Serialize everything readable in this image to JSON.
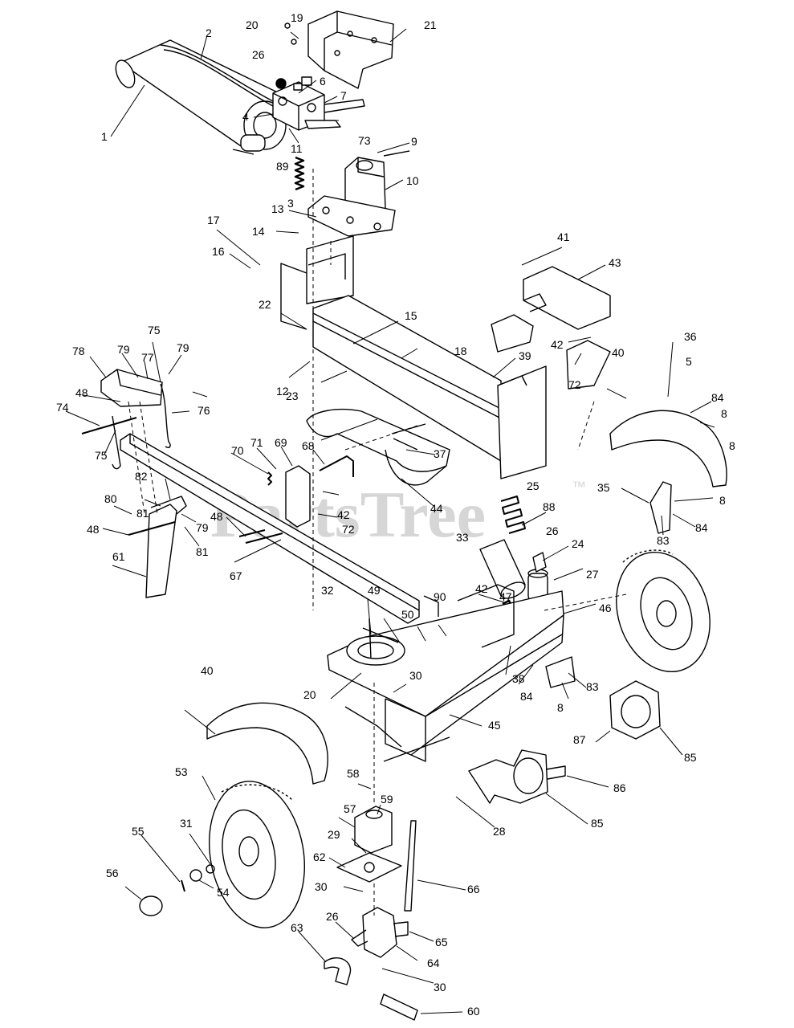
{
  "watermark": {
    "text": "PartsTree",
    "trademark": "™",
    "color": "#d6d6d6"
  },
  "colors": {
    "ink": "#000000",
    "paper": "#ffffff"
  },
  "callouts": [
    {
      "id": "c1",
      "label": "1"
    },
    {
      "id": "c2",
      "label": "2"
    },
    {
      "id": "c3",
      "label": "3"
    },
    {
      "id": "c4",
      "label": "4"
    },
    {
      "id": "c5",
      "label": "5"
    },
    {
      "id": "c6",
      "label": "6"
    },
    {
      "id": "c7",
      "label": "7"
    },
    {
      "id": "c8a",
      "label": "8"
    },
    {
      "id": "c8b",
      "label": "8"
    },
    {
      "id": "c8c",
      "label": "8"
    },
    {
      "id": "c8d",
      "label": "8"
    },
    {
      "id": "c9",
      "label": "9"
    },
    {
      "id": "c10",
      "label": "10"
    },
    {
      "id": "c11",
      "label": "11"
    },
    {
      "id": "c12",
      "label": "12"
    },
    {
      "id": "c13",
      "label": "13"
    },
    {
      "id": "c14",
      "label": "14"
    },
    {
      "id": "c15",
      "label": "15"
    },
    {
      "id": "c16",
      "label": "16"
    },
    {
      "id": "c17",
      "label": "17"
    },
    {
      "id": "c18",
      "label": "18"
    },
    {
      "id": "c19",
      "label": "19"
    },
    {
      "id": "c20a",
      "label": "20"
    },
    {
      "id": "c20b",
      "label": "20"
    },
    {
      "id": "c21",
      "label": "21"
    },
    {
      "id": "c22",
      "label": "22"
    },
    {
      "id": "c23",
      "label": "23"
    },
    {
      "id": "c24",
      "label": "24"
    },
    {
      "id": "c25",
      "label": "25"
    },
    {
      "id": "c26a",
      "label": "26"
    },
    {
      "id": "c26b",
      "label": "26"
    },
    {
      "id": "c26c",
      "label": "26"
    },
    {
      "id": "c27",
      "label": "27"
    },
    {
      "id": "c28",
      "label": "28"
    },
    {
      "id": "c29",
      "label": "29"
    },
    {
      "id": "c30a",
      "label": "30"
    },
    {
      "id": "c30b",
      "label": "30"
    },
    {
      "id": "c30c",
      "label": "30"
    },
    {
      "id": "c31",
      "label": "31"
    },
    {
      "id": "c32",
      "label": "32"
    },
    {
      "id": "c33",
      "label": "33"
    },
    {
      "id": "c35",
      "label": "35"
    },
    {
      "id": "c36",
      "label": "36"
    },
    {
      "id": "c37",
      "label": "37"
    },
    {
      "id": "c38",
      "label": "38"
    },
    {
      "id": "c39",
      "label": "39"
    },
    {
      "id": "c40a",
      "label": "40"
    },
    {
      "id": "c40b",
      "label": "40"
    },
    {
      "id": "c41",
      "label": "41"
    },
    {
      "id": "c42a",
      "label": "42"
    },
    {
      "id": "c42b",
      "label": "42"
    },
    {
      "id": "c42c",
      "label": "42"
    },
    {
      "id": "c43",
      "label": "43"
    },
    {
      "id": "c44",
      "label": "44"
    },
    {
      "id": "c45",
      "label": "45"
    },
    {
      "id": "c46",
      "label": "46"
    },
    {
      "id": "c47",
      "label": "47"
    },
    {
      "id": "c48a",
      "label": "48"
    },
    {
      "id": "c48b",
      "label": "48"
    },
    {
      "id": "c48c",
      "label": "48"
    },
    {
      "id": "c49",
      "label": "49"
    },
    {
      "id": "c50",
      "label": "50"
    },
    {
      "id": "c53",
      "label": "53"
    },
    {
      "id": "c54",
      "label": "54"
    },
    {
      "id": "c55",
      "label": "55"
    },
    {
      "id": "c56",
      "label": "56"
    },
    {
      "id": "c57",
      "label": "57"
    },
    {
      "id": "c58",
      "label": "58"
    },
    {
      "id": "c59",
      "label": "59"
    },
    {
      "id": "c60",
      "label": "60"
    },
    {
      "id": "c61",
      "label": "61"
    },
    {
      "id": "c62",
      "label": "62"
    },
    {
      "id": "c63",
      "label": "63"
    },
    {
      "id": "c64",
      "label": "64"
    },
    {
      "id": "c65",
      "label": "65"
    },
    {
      "id": "c66",
      "label": "66"
    },
    {
      "id": "c67",
      "label": "67"
    },
    {
      "id": "c68",
      "label": "68"
    },
    {
      "id": "c69",
      "label": "69"
    },
    {
      "id": "c70",
      "label": "70"
    },
    {
      "id": "c71",
      "label": "71"
    },
    {
      "id": "c72a",
      "label": "72"
    },
    {
      "id": "c72b",
      "label": "72"
    },
    {
      "id": "c73",
      "label": "73"
    },
    {
      "id": "c74",
      "label": "74"
    },
    {
      "id": "c75a",
      "label": "75"
    },
    {
      "id": "c75b",
      "label": "75"
    },
    {
      "id": "c76",
      "label": "76"
    },
    {
      "id": "c77",
      "label": "77"
    },
    {
      "id": "c78",
      "label": "78"
    },
    {
      "id": "c79a",
      "label": "79"
    },
    {
      "id": "c79b",
      "label": "79"
    },
    {
      "id": "c79c",
      "label": "79"
    },
    {
      "id": "c80",
      "label": "80"
    },
    {
      "id": "c81a",
      "label": "81"
    },
    {
      "id": "c81b",
      "label": "81"
    },
    {
      "id": "c82",
      "label": "82"
    },
    {
      "id": "c83a",
      "label": "83"
    },
    {
      "id": "c83b",
      "label": "83"
    },
    {
      "id": "c84a",
      "label": "84"
    },
    {
      "id": "c84b",
      "label": "84"
    },
    {
      "id": "c84c",
      "label": "84"
    },
    {
      "id": "c85a",
      "label": "85"
    },
    {
      "id": "c85b",
      "label": "85"
    },
    {
      "id": "c86",
      "label": "86"
    },
    {
      "id": "c87",
      "label": "87"
    },
    {
      "id": "c88",
      "label": "88"
    },
    {
      "id": "c89",
      "label": "89"
    },
    {
      "id": "c90",
      "label": "90"
    }
  ]
}
